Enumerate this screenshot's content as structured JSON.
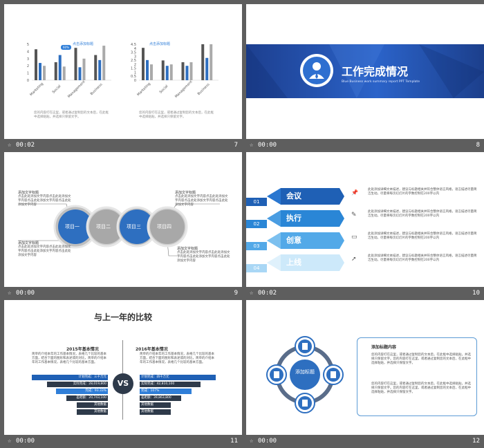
{
  "slides": [
    {
      "num": "7",
      "time": "00:02"
    },
    {
      "num": "8",
      "time": "00:00"
    },
    {
      "num": "9",
      "time": "00:00"
    },
    {
      "num": "10",
      "time": "00:02"
    },
    {
      "num": "11",
      "time": "00:00"
    },
    {
      "num": "12",
      "time": "00:00"
    }
  ],
  "s7": {
    "badge": "60%",
    "callout": "点击添加标题",
    "callout2": "点击添加标题",
    "caption": "您的内容打在这里，或者通过复制您的文本后，在此框中选择粘贴，并选择只保留文字。",
    "caption2": "您的内容打在这里，或者通过复制您的文本后，在此框中选择粘贴，并选择只保留文字。",
    "left_yticks": [
      "0",
      "1",
      "2",
      "3",
      "4",
      "5"
    ],
    "right_yticks": [
      "0",
      "0.5",
      "1",
      "1.5",
      "2",
      "2.5",
      "3",
      "3.5",
      "4",
      "4.5"
    ],
    "categories": [
      "Marketing",
      "Social",
      "Management",
      "Business"
    ]
  },
  "s8": {
    "title": "工作完成情况",
    "subtitle": "Blue Business work summary report PPT Template"
  },
  "s9": {
    "circles": [
      "项目一",
      "项目二",
      "项目三",
      "项目四"
    ],
    "blocks": [
      {
        "title": "添加文字标题",
        "body": "点击此处添加文字内容点击此处添加文字内容点击此处添加文字内容点击此处添加文字内容"
      },
      {
        "title": "添加文字标题",
        "body": "点击此处添加文字内容点击此处添加文字内容点击此处添加文字内容点击此处添加文字内容"
      },
      {
        "title": "添加文字标题",
        "body": "点击此处添加文字内容点击此处添加文字内容点击此处添加文字内容点击此处添加文字内容"
      },
      {
        "title": "添加文字标题",
        "body": "点击此处添加文字内容点击此处添加文字内容点击此处添加文字内容点击此处添加文字内容"
      }
    ]
  },
  "s10": {
    "rows": [
      {
        "num": "01",
        "label": "会议",
        "text": "此处添加详细文本描述，建议与标题相关并符合整体语言风格，语言描述尽量简洁生动。尽量将每页幻灯片的字数控制在200字以内"
      },
      {
        "num": "02",
        "label": "执行",
        "text": "此处添加详细文本描述，建议与标题相关并符合整体语言风格，语言描述尽量简洁生动。尽量将每页幻灯片的字数控制在200字以内"
      },
      {
        "num": "03",
        "label": "创意",
        "text": "此处添加详细文本描述，建议与标题相关并符合整体语言风格，语言描述尽量简洁生动。尽量将每页幻灯片的字数控制在200字以内"
      },
      {
        "num": "04",
        "label": "上线",
        "text": "此处添加详细文本描述，建议与标题相关并符合整体语言风格，语言描述尽量简洁生动。尽量将每页幻灯片的字数控制在200字以内"
      }
    ]
  },
  "s11": {
    "title": "与上一年的比较",
    "vs": "VS",
    "left_head": "2015年基本情况",
    "right_head": "2016年基本情况",
    "left_desc": "简单的介绍本年的工作基本情况，表格几个比较的基本方面，结合下面的图形和表述或的对比，简单的介绍本年的工作基本情况，表格几个比较的基本方面。",
    "right_desc": "简单的介绍本年的工作基本情况，表格几个比较的基本方面，结合下面的图形和表述或的对比，简单的介绍本年的工作基本情况，表格几个比较的基本方面。",
    "left_bars": [
      "计划完成：三千万元",
      "实际完成：28,019,800",
      "完成：93.33%",
      "差距额：20,743,100",
      "其他数据",
      "其他数据"
    ],
    "right_bars": [
      "计划完成：四千万元",
      "实际完成：42,810,100",
      "完成：107%",
      "差距额：39,863,800",
      "其他数据",
      "其他数据"
    ]
  },
  "s12": {
    "center": "添加标题",
    "title": "添加标题内容",
    "p1": "您的内容打在这里，或者通过复制您的文本后，在此框中选择粘贴，并选择只保留文字。您的内容打在这里，或者通过复制您的文本后，在此框中选择粘贴，并选择只保留文字。",
    "p2": "您的内容打在这里，或者通过复制您的文本后，在此框中选择粘贴，并选择只保留文字。您的内容打在这里，或者通过复制您的文本后，在此框中选择粘贴，并选择只保留文字。"
  }
}
